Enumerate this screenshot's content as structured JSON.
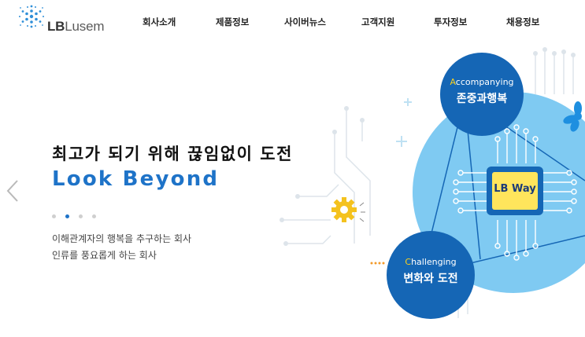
{
  "brand": {
    "logo_bold": "LB",
    "logo_light": "Lusem"
  },
  "nav": {
    "items": [
      {
        "label": "회사소개"
      },
      {
        "label": "제품정보"
      },
      {
        "label": "사이버뉴스"
      },
      {
        "label": "고객지원"
      },
      {
        "label": "투자정보"
      },
      {
        "label": "채용정보"
      }
    ]
  },
  "hero": {
    "headline": "최고가 되기 위해 끊임없이 도전",
    "slogan": "Look Beyond",
    "description": [
      "이해관계자의 행복을 추구하는 회사",
      "인류를 풍요롭게 하는 회사"
    ],
    "slide_count": 4,
    "active_slide": 2
  },
  "graphic": {
    "top_bubble": {
      "eng_first": "A",
      "eng_rest": "ccompanying",
      "kor": "존중과행복"
    },
    "bottom_bubble": {
      "eng_first": "C",
      "eng_rest": "hallenging",
      "kor": "변화와 도전"
    },
    "chip_label": "LB Way"
  },
  "colors": {
    "accent_blue": "#1e73c8",
    "navy_bubble": "#1566b5",
    "light_circle": "#7fcaf2",
    "chip_yellow": "#ffe55c",
    "gear_yellow": "#f4c21e"
  }
}
